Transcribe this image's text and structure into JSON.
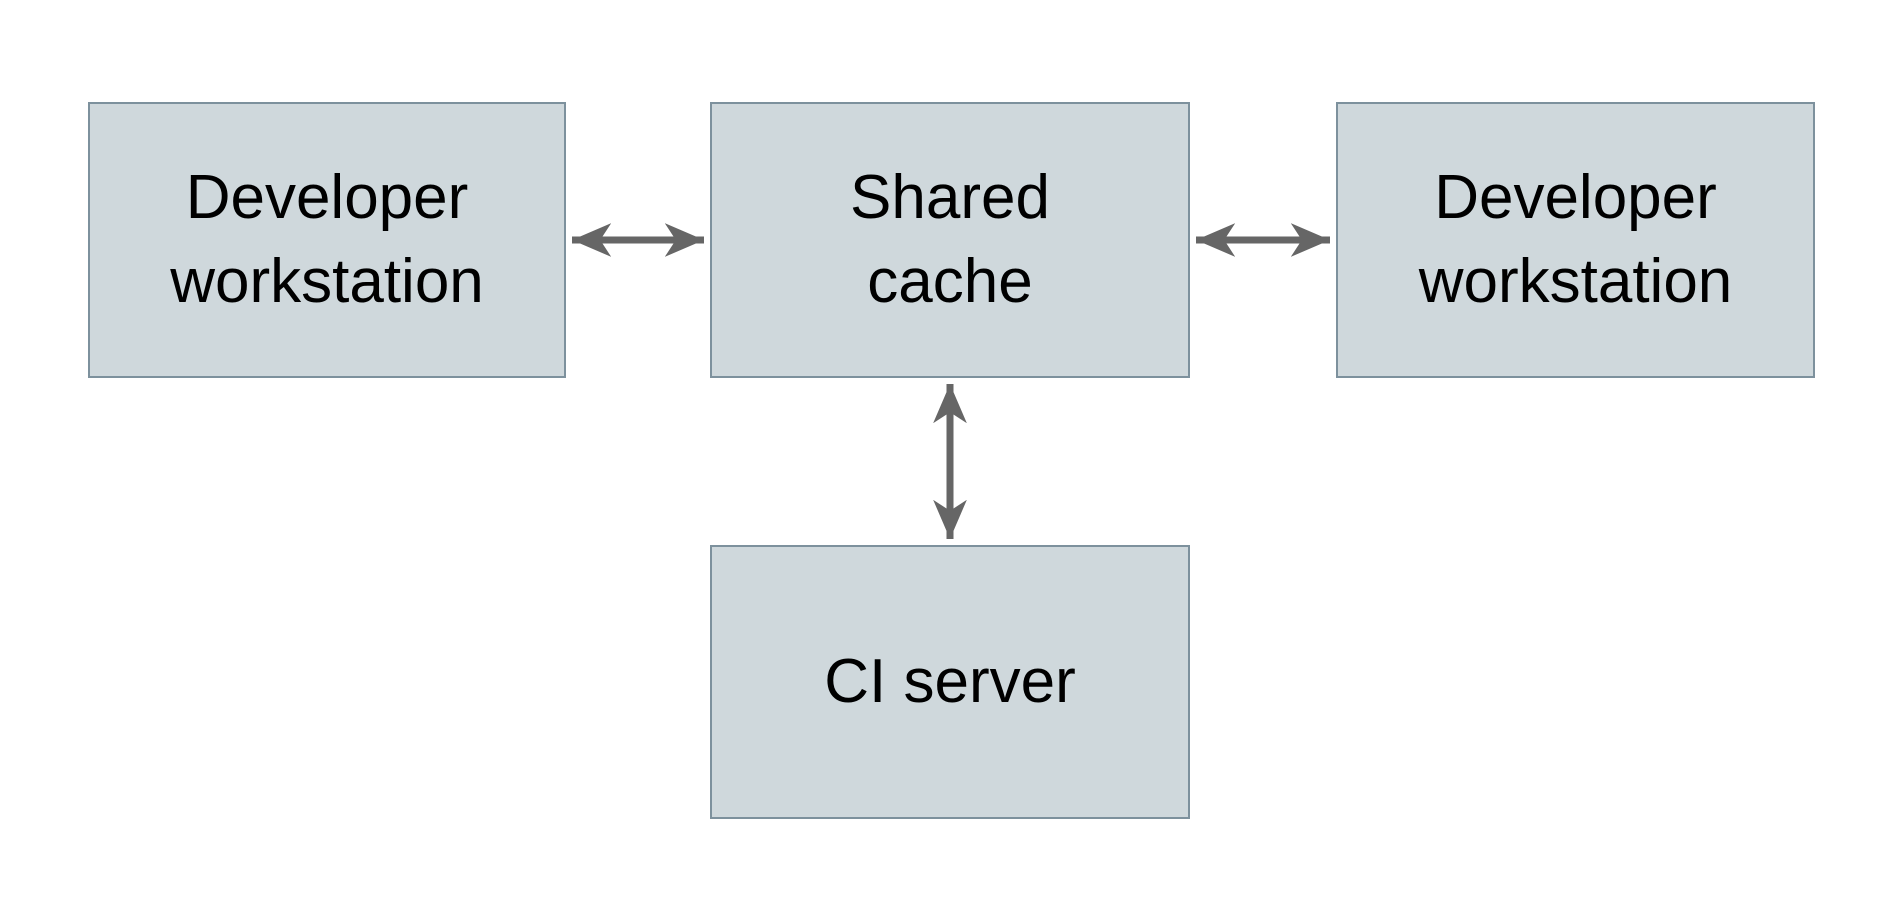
{
  "title": "Shared cache architecture diagram",
  "colors": {
    "background": "#ffffff",
    "node_fill": "#cfd8dc",
    "node_border": "#7d919d",
    "arrow": "#666666",
    "text": "#000000"
  },
  "nodes": {
    "dev_left": {
      "label": "Developer\nworkstation"
    },
    "shared_cache": {
      "label": "Shared\ncache"
    },
    "dev_right": {
      "label": "Developer\nworkstation"
    },
    "ci_server": {
      "label": "CI server"
    }
  },
  "edges": [
    {
      "from": "dev_left",
      "to": "shared_cache",
      "direction": "bidirectional"
    },
    {
      "from": "shared_cache",
      "to": "dev_right",
      "direction": "bidirectional"
    },
    {
      "from": "shared_cache",
      "to": "ci_server",
      "direction": "bidirectional"
    }
  ]
}
